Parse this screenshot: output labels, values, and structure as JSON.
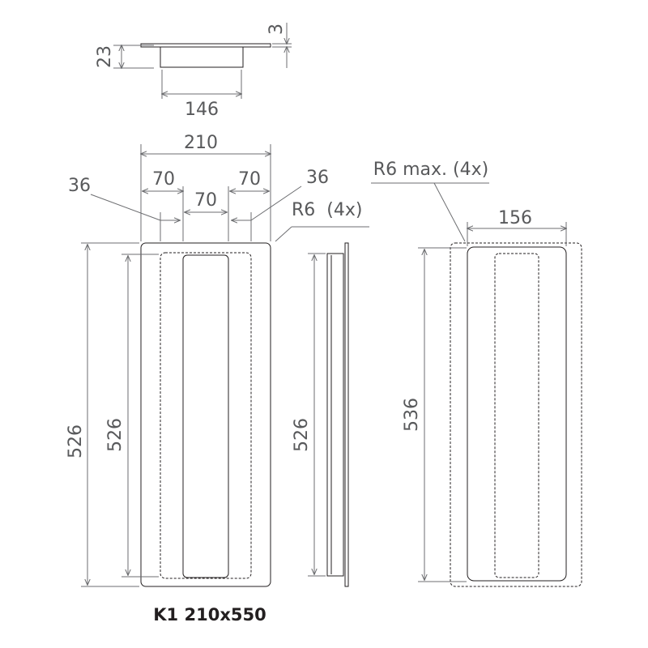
{
  "model_label": "K1 210x550",
  "dimensions": {
    "top_thickness": "3",
    "top_height": "23",
    "top_width": "146",
    "overall_width": "210",
    "left_spacing": "70",
    "center_spacing": "70",
    "right_spacing": "70",
    "edge_left": "36",
    "edge_right": "36",
    "corner_radius": "R6  (4x)",
    "cutout_radius": "R6 max. (4x)",
    "cutout_width": "156",
    "front_outer_height": "526",
    "front_inner_height": "526",
    "side_height": "526",
    "cutout_height": "536"
  },
  "colors": {
    "dimension_line": "#6d6e71",
    "outline": "#231f20",
    "label": "#58595b"
  }
}
